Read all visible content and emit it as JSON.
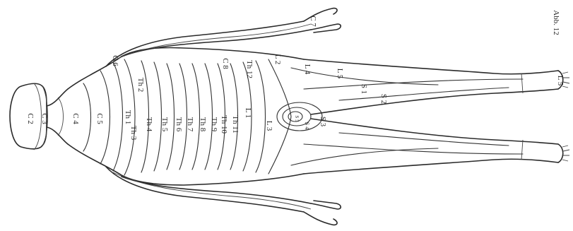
{
  "figure": {
    "caption": "Abb. 12",
    "labels": {
      "c2": "C 2",
      "c3": "C 3",
      "c4": "C 4",
      "c5": "C 5",
      "c6": "C 6",
      "c7": "C 7",
      "c8": "C 8",
      "th1": "Th 1",
      "th2": "Th 2",
      "th3": "Th 3",
      "th4": "Th 4",
      "th5": "Th 5",
      "th6": "Th 6",
      "th7": "Th 7",
      "th8": "Th 8",
      "th9": "Th 9",
      "th10": "Th 10",
      "th11": "Th 11",
      "th12": "Th 12",
      "l1": "L 1",
      "l2": "L 2",
      "l3": "L 3",
      "l4": "L 4",
      "l5": "L 5",
      "s1": "S 1",
      "s2": "S 2",
      "s3": "S 3",
      "s4": "S 4",
      "s5": "S 5",
      "l5_foot": "L 5"
    }
  }
}
